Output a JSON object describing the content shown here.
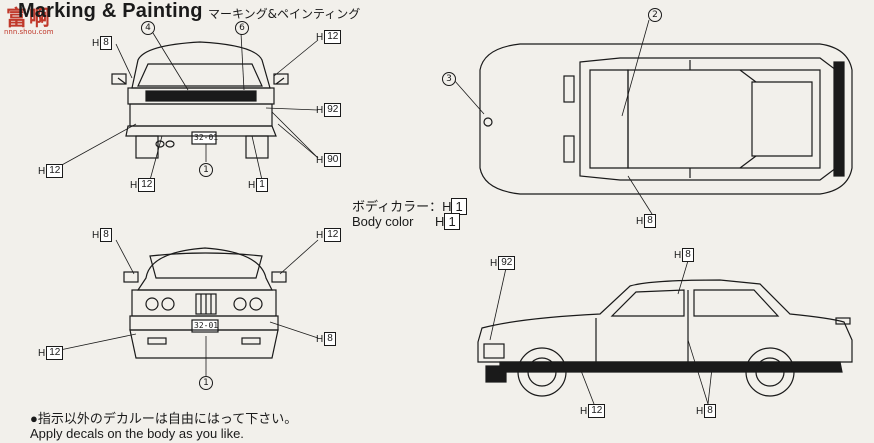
{
  "title": "Marking & Painting",
  "subtitle_jp": "マーキング&ペインティング",
  "watermark": {
    "glyph": "富啊",
    "url": "nnn.shou.com"
  },
  "paint_codes": {
    "h8": "8",
    "h12": "12",
    "h92": "92",
    "h90": "90",
    "h1": "1",
    "h_letter": "H"
  },
  "callouts": {
    "c1": "1",
    "c2": "2",
    "c3": "3",
    "c4": "4",
    "c6": "6"
  },
  "plate_text": "32-01",
  "body_color": {
    "jp_label": "ボディカラー：",
    "en_label": "Body color",
    "code": "1"
  },
  "notes": {
    "jp": "●指示以外のデカルーは自由にはって下さい。",
    "en": "Apply decals on the body as you like."
  },
  "colors": {
    "line": "#1a1a1a",
    "paper": "#f2f0eb",
    "accent": "#c0392b"
  }
}
